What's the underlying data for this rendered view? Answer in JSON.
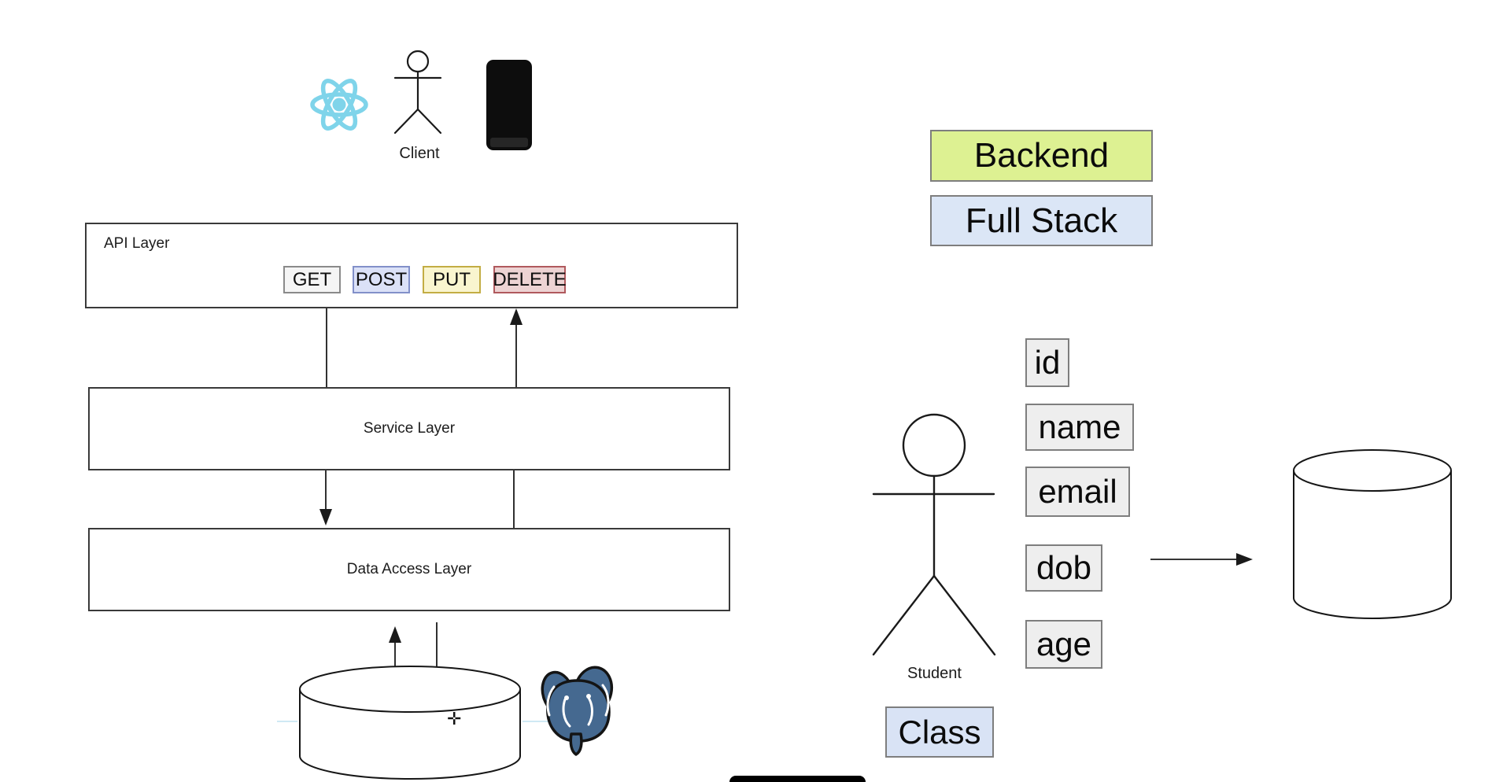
{
  "colors": {
    "canvas_bg": "#ffffff",
    "stroke": "#1a1a1a",
    "react_blue": "#7fd4ea",
    "postgres_blue": "#456990",
    "backend_bg": "#ddf192",
    "full_stack_bg": "#dbe6f6",
    "class_bg": "#d9e3f5",
    "attribute_bg": "#eeeeee",
    "get_bg": "#f5f5f5",
    "get_border": "#8a8a8a",
    "post_bg": "#dbe1f7",
    "post_border": "#8290c9",
    "put_bg": "#f9f5cf",
    "put_border": "#c3ad44",
    "delete_bg": "#edd3d3",
    "delete_border": "#b0595d"
  },
  "client": {
    "label": "Client"
  },
  "api_layer": {
    "title": "API Layer",
    "methods": [
      "GET",
      "POST",
      "PUT",
      "DELETE"
    ]
  },
  "service_layer": {
    "title": "Service Layer"
  },
  "data_access_layer": {
    "title": "Data Access Layer"
  },
  "labels": {
    "backend": "Backend",
    "full_stack": "Full Stack",
    "class": "Class"
  },
  "student": {
    "label": "Student",
    "attributes": [
      "id",
      "name",
      "email",
      "dob",
      "age"
    ]
  },
  "icons": {
    "move_cursor": "✛"
  }
}
